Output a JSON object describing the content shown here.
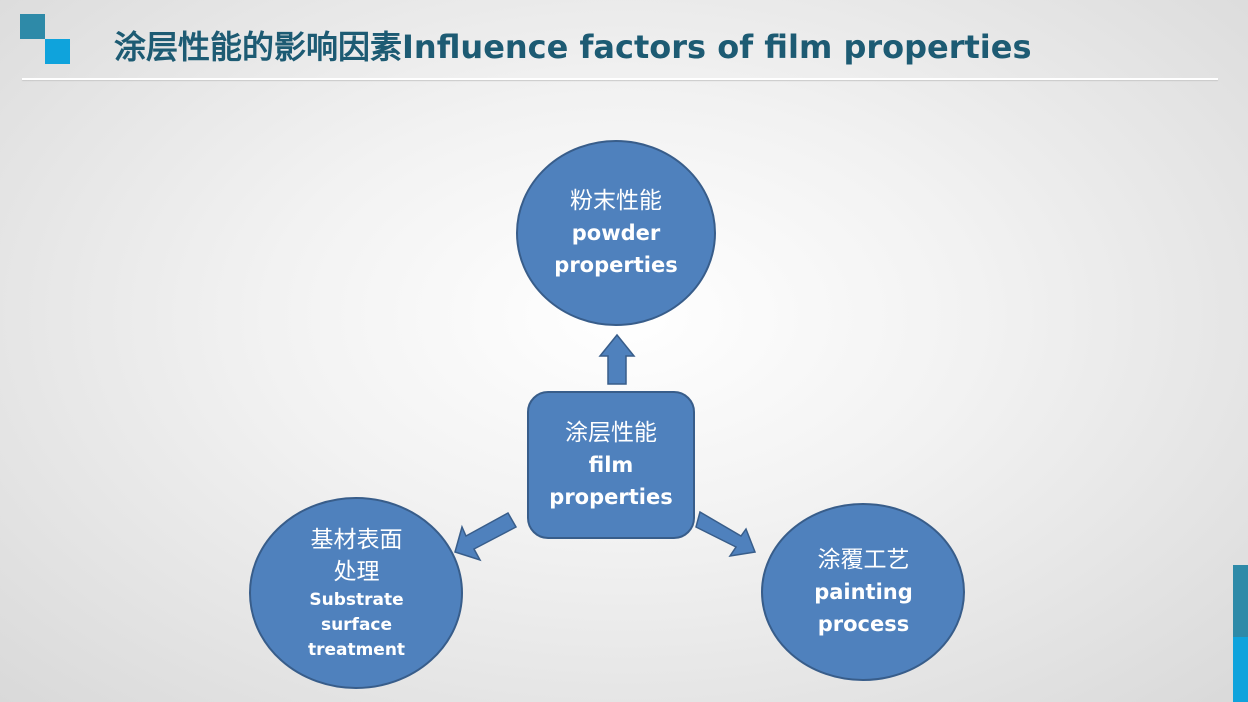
{
  "header": {
    "title": "涂层性能的影响因素Influence factors of film properties"
  },
  "diagram": {
    "center": {
      "zh": "涂层性能",
      "en_line1": "film",
      "en_line2": "properties"
    },
    "top": {
      "zh": "粉末性能",
      "en_line1": "powder",
      "en_line2": "properties"
    },
    "left": {
      "zh_line1": "基材表面",
      "zh_line2": "处理",
      "en_line1": "Substrate",
      "en_line2": "surface",
      "en_line3": "treatment"
    },
    "right": {
      "zh": "涂覆工艺",
      "en_line1": "painting",
      "en_line2": "process"
    }
  },
  "colors": {
    "node_fill": "#4f81bd",
    "node_stroke": "#385d8a",
    "title": "#1d5b73",
    "accent_dark": "#2e8aa8",
    "accent_light": "#0fa3dc"
  }
}
